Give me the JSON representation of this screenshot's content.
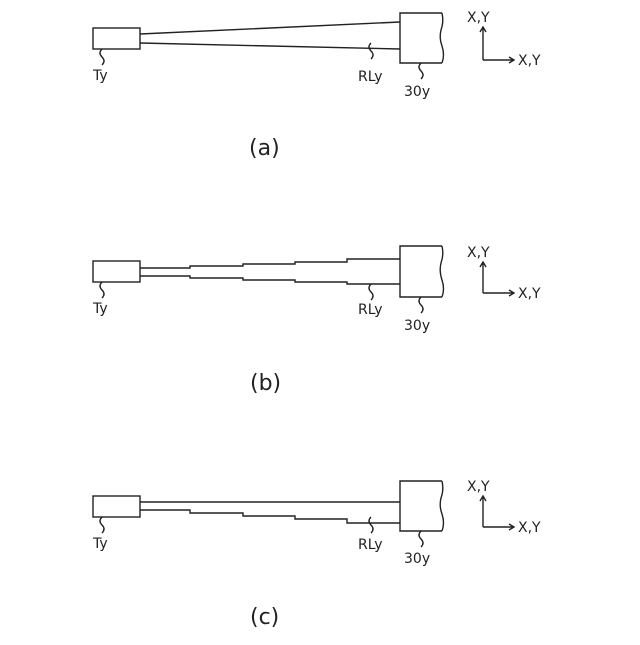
{
  "panels": [
    {
      "id": "a",
      "caption": "(a)",
      "terminal_label": "Ty",
      "line_label": "RLy",
      "block_label": "30y",
      "axis_up_label": "X,Y",
      "axis_right_label": "X,Y",
      "line_shape": "tapered"
    },
    {
      "id": "b",
      "caption": "(b)",
      "terminal_label": "Ty",
      "line_label": "RLy",
      "block_label": "30y",
      "axis_up_label": "X,Y",
      "axis_right_label": "X,Y",
      "line_shape": "stepped-symmetric"
    },
    {
      "id": "c",
      "caption": "(c)",
      "terminal_label": "Ty",
      "line_label": "RLy",
      "block_label": "30y",
      "axis_up_label": "X,Y",
      "axis_right_label": "X,Y",
      "line_shape": "stepped-bottom"
    }
  ]
}
